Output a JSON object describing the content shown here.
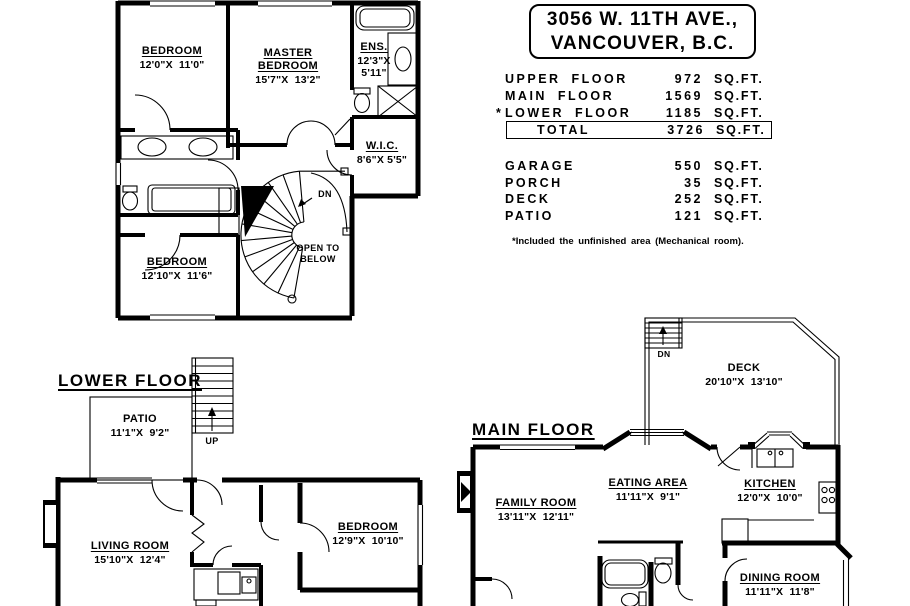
{
  "title_box": {
    "line1": "3056 W. 11TH AVE.,",
    "line2": "VANCOUVER, B.C."
  },
  "area_table": {
    "floors": [
      {
        "name": "UPPER FLOOR",
        "value": "972",
        "unit": "SQ.FT."
      },
      {
        "name": "MAIN FLOOR",
        "value": "1569",
        "unit": "SQ.FT."
      },
      {
        "name": "LOWER FLOOR",
        "value": "1185",
        "unit": "SQ.FT.",
        "prefix": "*"
      }
    ],
    "total": {
      "name": "TOTAL",
      "value": "3726",
      "unit": "SQ.FT."
    },
    "extras": [
      {
        "name": "GARAGE",
        "value": "550",
        "unit": "SQ.FT."
      },
      {
        "name": "PORCH",
        "value": "35",
        "unit": "SQ.FT."
      },
      {
        "name": "DECK",
        "value": "252",
        "unit": "SQ.FT."
      },
      {
        "name": "PATIO",
        "value": "121",
        "unit": "SQ.FT."
      }
    ],
    "footnote": "*Included the unfinished area (Mechanical room)."
  },
  "upper_floor": {
    "bedroom1": {
      "name": "BEDROOM",
      "dims": "12'0\"X  11'0\""
    },
    "master": {
      "name": "MASTER BEDROOM",
      "dims": "15'7\"X  13'2\""
    },
    "ensuite": {
      "name": "ENS.",
      "dims": "12'3\"X 5'11\""
    },
    "wic": {
      "name": "W.I.C.",
      "dims": "8'6\"X 5'5\""
    },
    "bedroom2": {
      "name": "BEDROOM",
      "dims": "12'10\"X  11'6\""
    },
    "stairs_label": "DN",
    "open_below": "OPEN TO BELOW"
  },
  "lower_floor": {
    "heading": "LOWER FLOOR",
    "patio": {
      "name": "PATIO",
      "dims": "11'1\"X  9'2\""
    },
    "stairs_label": "UP",
    "living": {
      "name": "LIVING ROOM",
      "dims": "15'10\"X  12'4\""
    },
    "bedroom": {
      "name": "BEDROOM",
      "dims": "12'9\"X  10'10\""
    }
  },
  "main_floor": {
    "heading": "MAIN FLOOR",
    "deck": {
      "name": "DECK",
      "dims": "20'10\"X  13'10\""
    },
    "deck_stairs_label": "DN",
    "family": {
      "name": "FAMILY ROOM",
      "dims": "13'11\"X  12'11\""
    },
    "eating": {
      "name": "EATING AREA",
      "dims": "11'11\"X  9'1\""
    },
    "kitchen": {
      "name": "KITCHEN",
      "dims": "12'0\"X  10'0\""
    },
    "dining": {
      "name": "DINING ROOM",
      "dims": "11'11\"X  11'8\""
    }
  }
}
